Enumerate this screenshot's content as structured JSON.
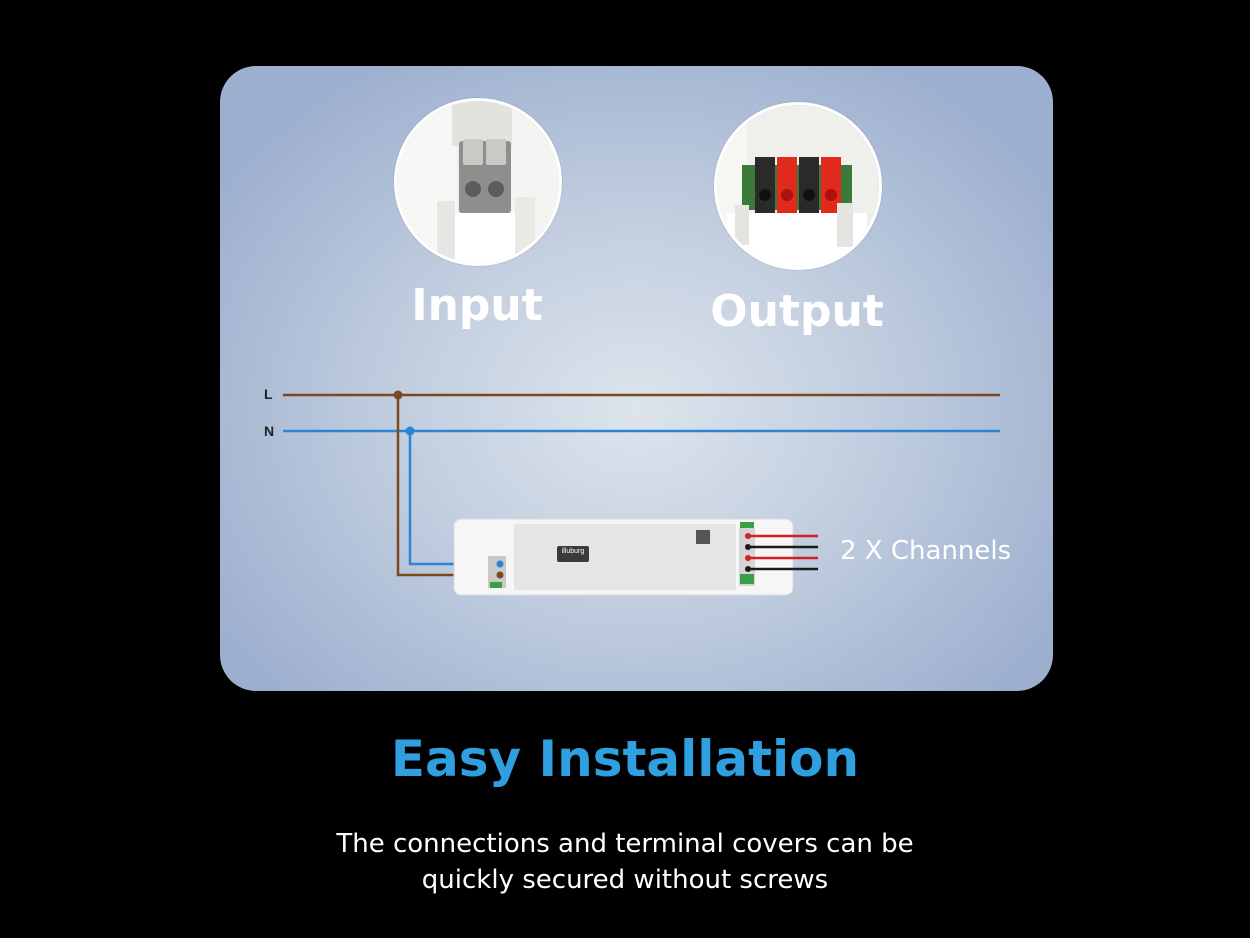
{
  "diagram": {
    "input_label": "Input",
    "output_label": "Output",
    "wire_l_label": "L",
    "wire_n_label": "N",
    "brand_label": "illuburg",
    "channels_label": "2 X Channels",
    "colors": {
      "live_wire": "#7a4a1e",
      "neutral_wire": "#2a86d4",
      "output_red": "#d22020",
      "output_black": "#1a1a1a"
    }
  },
  "headline": "Easy Installation",
  "description": {
    "line1": "The connections and terminal covers can be",
    "line2": "quickly secured without screws"
  }
}
